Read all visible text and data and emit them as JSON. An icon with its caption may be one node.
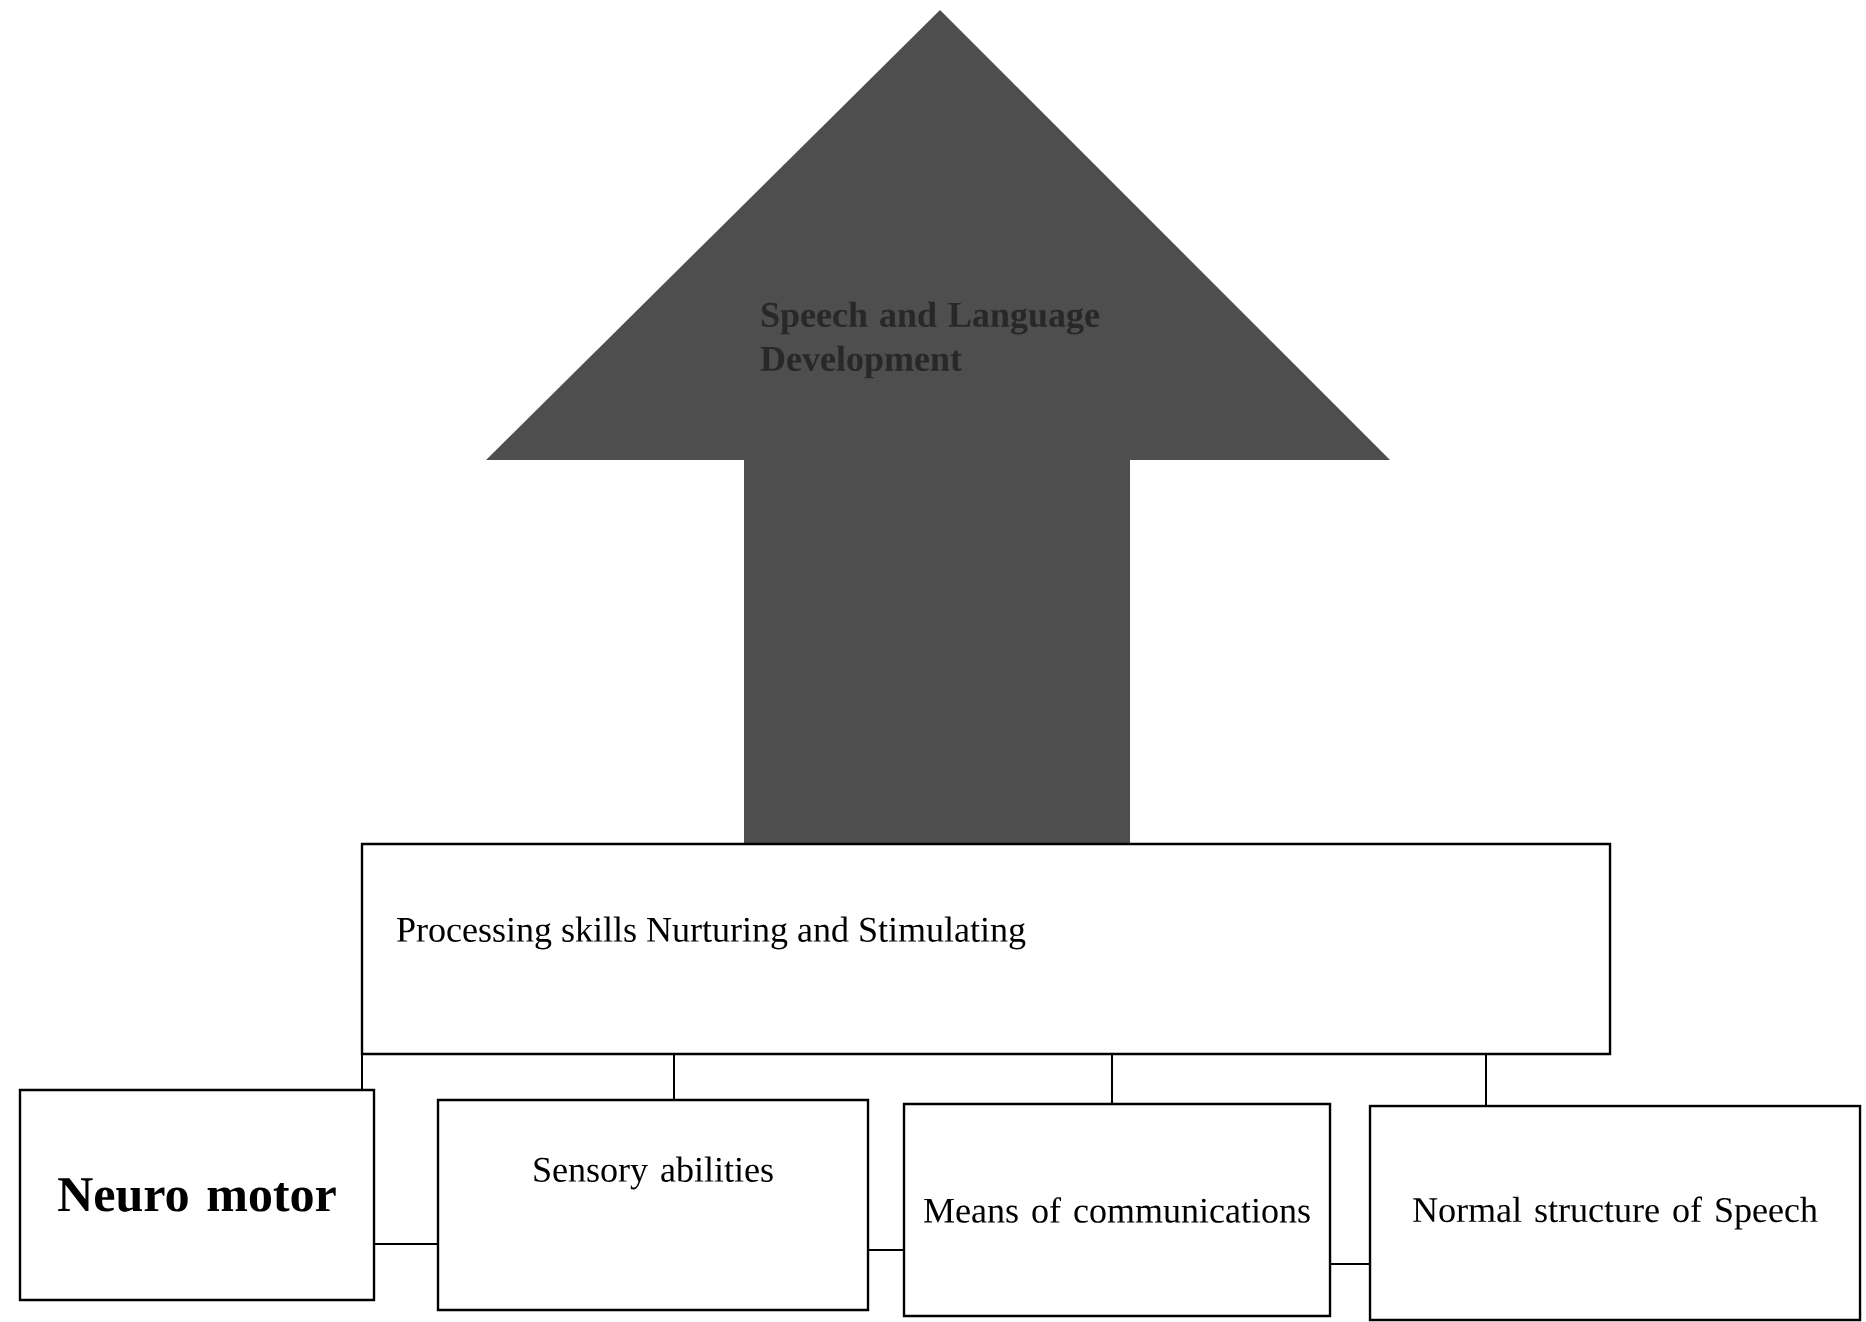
{
  "diagram": {
    "nodes": [
      {
        "text": [
          "Speech and Language Development"
        ]
      },
      {
        "text": [
          "Processing skills Nurturing and Stimulating"
        ]
      },
      {
        "text": [
          "Neuro motor"
        ]
      },
      {
        "text": [
          "Sensory abilities"
        ]
      },
      {
        "text": [
          "Means of communications"
        ]
      },
      {
        "text": [
          "Normal structure of Speech"
        ]
      }
    ],
    "edges": [
      {
        "from": 1,
        "to": 2,
        "arrow": "none"
      },
      {
        "from": 1,
        "to": 3,
        "arrow": "none"
      },
      {
        "from": 1,
        "to": 4,
        "arrow": "none"
      },
      {
        "from": 1,
        "to": 5,
        "arrow": "none"
      },
      {
        "from": 2,
        "to": 3,
        "arrow": "none"
      },
      {
        "from": 3,
        "to": 4,
        "arrow": "none"
      },
      {
        "from": 4,
        "to": 5,
        "arrow": "none"
      }
    ]
  }
}
